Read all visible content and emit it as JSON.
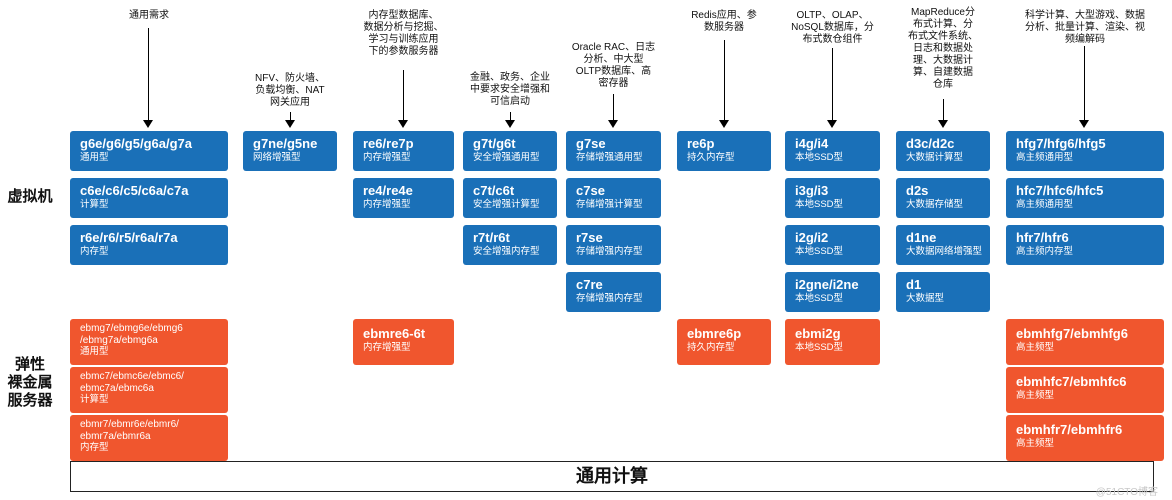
{
  "row_labels": {
    "vm": "虚拟机",
    "bm": "弹性\n裸金属\n服务器"
  },
  "footer": "通用计算",
  "watermark": "@51CTO博客",
  "columns": [
    {
      "need": "通用需求",
      "vm": [
        {
          "name": "g6e/g6/g5/g6a/g7a",
          "sub": "通用型"
        },
        {
          "name": "c6e/c6/c5/c6a/c7a",
          "sub": "计算型"
        },
        {
          "name": "r6e/r6/r5/r6a/r7a",
          "sub": "内存型"
        }
      ],
      "bm": [
        {
          "name": "ebmg7/ebmg6e/ebmg6\n/ebmg7a/ebmg6a",
          "sub": "通用型"
        },
        {
          "name": "ebmc7/ebmc6e/ebmc6/\nebmc7a/ebmc6a",
          "sub": "计算型"
        },
        {
          "name": "ebmr7/ebmr6e/ebmr6/\nebmr7a/ebmr6a",
          "sub": "内存型"
        }
      ]
    },
    {
      "need": "NFV、防火墙、\n负载均衡、NAT\n网关应用",
      "vm": [
        {
          "name": "g7ne/g5ne",
          "sub": "网络增强型"
        }
      ],
      "bm": []
    },
    {
      "need": "内存型数据库、\n数据分析与挖掘、\n学习与训练应用\n下的参数服务器",
      "vm": [
        {
          "name": "re6/re7p",
          "sub": "内存增强型"
        },
        {
          "name": "re4/re4e",
          "sub": "内存增强型"
        }
      ],
      "bm": [
        {
          "name": "ebmre6-6t",
          "sub": "内存增强型"
        }
      ]
    },
    {
      "need": "金融、政务、企业\n中要求安全增强和\n可信启动",
      "vm": [
        {
          "name": "g7t/g6t",
          "sub": "安全增强通用型"
        },
        {
          "name": "c7t/c6t",
          "sub": "安全增强计算型"
        },
        {
          "name": "r7t/r6t",
          "sub": "安全增强内存型"
        }
      ],
      "bm": []
    },
    {
      "need": "Oracle RAC、日志\n分析、中大型\nOLTP数据库、高\n密存器",
      "vm": [
        {
          "name": "g7se",
          "sub": "存储增强通用型"
        },
        {
          "name": "c7se",
          "sub": "存储增强计算型"
        },
        {
          "name": "r7se",
          "sub": "存储增强内存型"
        },
        {
          "name": "c7re",
          "sub": "存储增强内存型"
        }
      ],
      "bm": []
    },
    {
      "need": "Redis应用、参\n数服务器",
      "vm": [
        {
          "name": "re6p",
          "sub": "持久内存型"
        }
      ],
      "bm": [
        {
          "name": "ebmre6p",
          "sub": "持久内存型"
        }
      ]
    },
    {
      "need": "OLTP、OLAP、\nNoSQL数据库，分\n布式数仓组件",
      "vm": [
        {
          "name": "i4g/i4",
          "sub": "本地SSD型"
        },
        {
          "name": "i3g/i3",
          "sub": "本地SSD型"
        },
        {
          "name": "i2g/i2",
          "sub": "本地SSD型"
        },
        {
          "name": "i2gne/i2ne",
          "sub": "本地SSD型"
        }
      ],
      "bm": [
        {
          "name": "ebmi2g",
          "sub": "本地SSD型"
        }
      ]
    },
    {
      "need": "MapReduce分\n布式计算、分\n布式文件系统、\n日志和数据处\n理、大数据计\n算、自建数据\n仓库",
      "vm": [
        {
          "name": "d3c/d2c",
          "sub": "大数据计算型"
        },
        {
          "name": "d2s",
          "sub": "大数据存储型"
        },
        {
          "name": "d1ne",
          "sub": "大数据网络增强型"
        },
        {
          "name": "d1",
          "sub": "大数据型"
        }
      ],
      "bm": []
    },
    {
      "need": "科学计算、大型游戏、数据\n分析、批量计算、渲染、视\n频编解码",
      "vm": [
        {
          "name": "hfg7/hfg6/hfg5",
          "sub": "高主频通用型"
        },
        {
          "name": "hfc7/hfc6/hfc5",
          "sub": "高主频通用型"
        },
        {
          "name": "hfr7/hfr6",
          "sub": "高主频内存型"
        }
      ],
      "bm": [
        {
          "name": "ebmhfg7/ebmhfg6",
          "sub": "高主频型"
        },
        {
          "name": "ebmhfc7/ebmhfc6",
          "sub": "高主频型"
        },
        {
          "name": "ebmhfr7/ebmhfr6",
          "sub": "高主频型"
        }
      ]
    }
  ],
  "colors": {
    "vm": "#1a70b8",
    "bm": "#f0562e"
  }
}
